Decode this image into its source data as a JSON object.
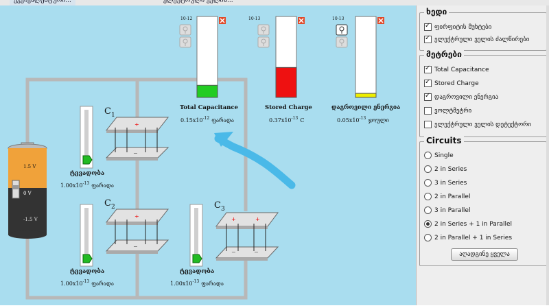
{
  "window": {
    "tab1": "ეკვივალენტური...",
    "tab2": "ელექტრული ველის..."
  },
  "meters": {
    "scale_top": [
      "10-12",
      "10-13",
      "10-13"
    ],
    "total": {
      "name": "Total Capacitance",
      "value": "0.15x10",
      "exp": "-12",
      "unit": "ფარადა",
      "fill": 0.15,
      "color": "#22cc22"
    },
    "charge": {
      "name": "Stored Charge",
      "value": "0.37x10",
      "exp": "-13",
      "unit": "C",
      "fill": 0.37,
      "color": "#ee1111"
    },
    "energy": {
      "name": "დაგროვილი ენერგია",
      "value": "0.05x10",
      "exp": "-13",
      "unit": "ჯოული",
      "fill": 0.05,
      "color": "#eeee00"
    }
  },
  "capacitors": [
    {
      "label": "C",
      "sub": "1",
      "meter_label": "ტევადობა",
      "value": "1.00x10",
      "exp": "-13",
      "unit": "ფარადა"
    },
    {
      "label": "C",
      "sub": "2",
      "meter_label": "ტევადობა",
      "value": "1.00x10",
      "exp": "-13",
      "unit": "ფარადა"
    },
    {
      "label": "C",
      "sub": "3",
      "meter_label": "ტევადობა",
      "value": "1.00x10",
      "exp": "-13",
      "unit": "ფარადა"
    }
  ],
  "battery": {
    "top": "1.5 V",
    "mid": "0 V",
    "bottom": "-1.5 V"
  },
  "panel": {
    "view": {
      "title": "ხედი",
      "items": [
        {
          "label": "ფირფიტის მუხტები",
          "checked": true
        },
        {
          "label": "ელექტრული ველის ძალწირები",
          "checked": true
        }
      ]
    },
    "meters": {
      "title": "მეტრები",
      "items": [
        {
          "label": "Total Capacitance",
          "checked": true
        },
        {
          "label": "Stored Charge",
          "checked": true
        },
        {
          "label": "დაგროვილი ენერგია",
          "checked": true
        },
        {
          "label": "ვოლტმეტრი",
          "checked": false
        },
        {
          "label": "ელექტრული ველის დეტექტორი",
          "checked": false
        }
      ]
    },
    "circuits": {
      "title": "Circuits",
      "items": [
        {
          "label": "Single",
          "selected": false
        },
        {
          "label": "2 in Series",
          "selected": false
        },
        {
          "label": "3 in Series",
          "selected": false
        },
        {
          "label": "2 in Parallel",
          "selected": false
        },
        {
          "label": "3 in Parallel",
          "selected": false
        },
        {
          "label": "2 in Series + 1 in Parallel",
          "selected": true
        },
        {
          "label": "2 in Parallel + 1 in Series",
          "selected": false
        }
      ]
    },
    "reset_label": "აღადგინე ყველა"
  },
  "colors": {
    "stage": "#a9ddef",
    "wire": "#b8b8b8",
    "plate": "#e2e2e2",
    "arrow": "#4ab9e8"
  }
}
